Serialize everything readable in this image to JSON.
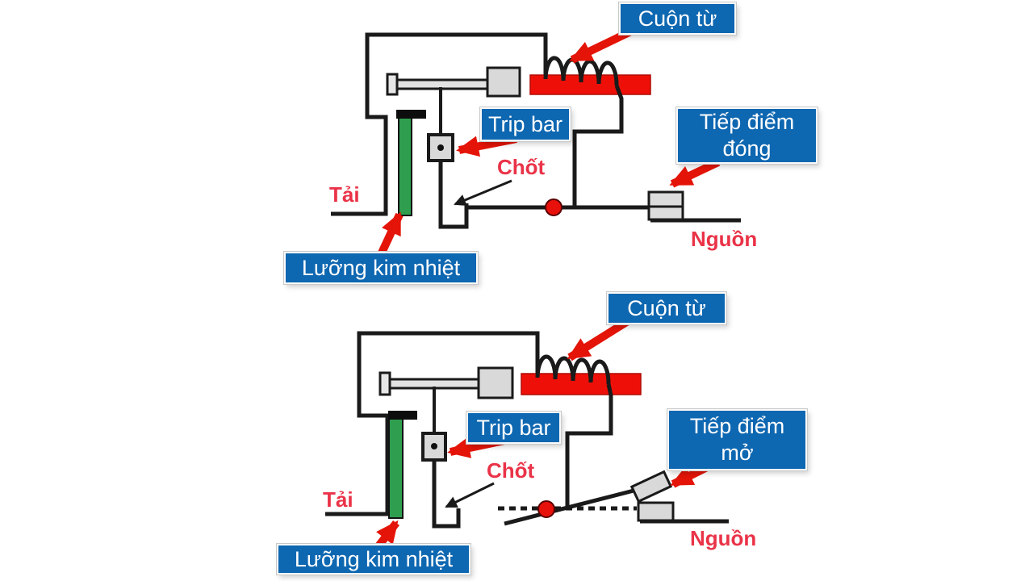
{
  "colors": {
    "label_background": "#0e67b1",
    "label_text": "#ffffff",
    "arrow_red": "#e41408",
    "red_text": "#ea3348",
    "coil_core_red": "#ee1008",
    "bimetal_green": "#2f9e4f",
    "block_gray": "#d9d9d9",
    "wire_black": "#1a1a1a",
    "pivot_red": "#e8100a"
  },
  "top_diagram": {
    "coil_label": "Cuộn từ",
    "trip_bar_label": "Trip bar",
    "latch_label": "Chốt",
    "load_label": "Tải",
    "source_label": "Nguồn",
    "bimetal_label": "Lưỡng kim nhiệt",
    "contact_label_line1": "Tiếp điểm",
    "contact_label_line2": "đóng"
  },
  "bottom_diagram": {
    "coil_label": "Cuộn từ",
    "trip_bar_label": "Trip bar",
    "latch_label": "Chốt",
    "load_label": "Tải",
    "source_label": "Nguồn",
    "bimetal_label": "Lưỡng kim nhiệt",
    "contact_label_line1": "Tiếp điểm",
    "contact_label_line2": "mở"
  }
}
